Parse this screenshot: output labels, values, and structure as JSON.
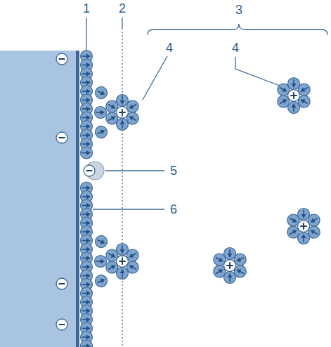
{
  "diagram": {
    "labels": [
      "1",
      "2",
      "3",
      "4",
      "4",
      "5",
      "6"
    ]
  }
}
